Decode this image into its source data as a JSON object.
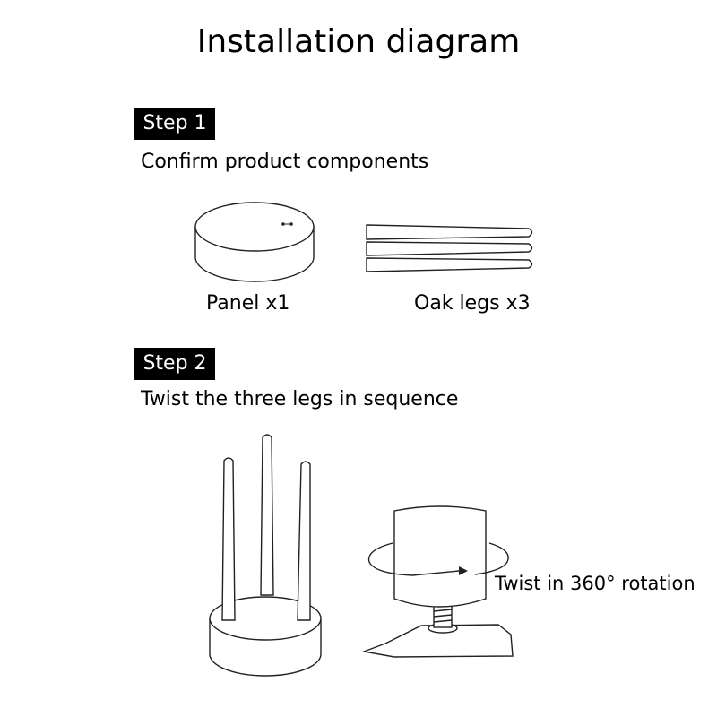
{
  "title": "Installation diagram",
  "step1": {
    "badge": "Step 1",
    "description": "Confirm product components",
    "panel_caption": "Panel x1",
    "legs_caption": "Oak legs x3"
  },
  "step2": {
    "badge": "Step 2",
    "description": "Twist the three legs in sequence",
    "rotation_label": "Twist in 360°  rotation"
  }
}
